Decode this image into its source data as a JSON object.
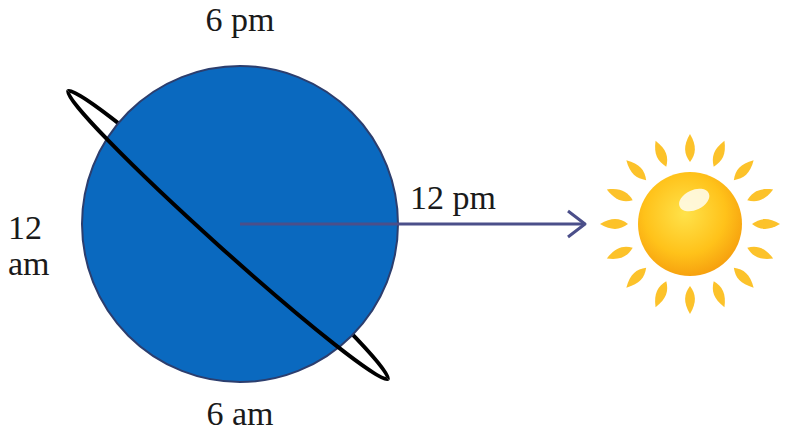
{
  "diagram": {
    "labels": [
      "6 pm",
      "12 am",
      "12 pm",
      "6 am"
    ]
  }
}
